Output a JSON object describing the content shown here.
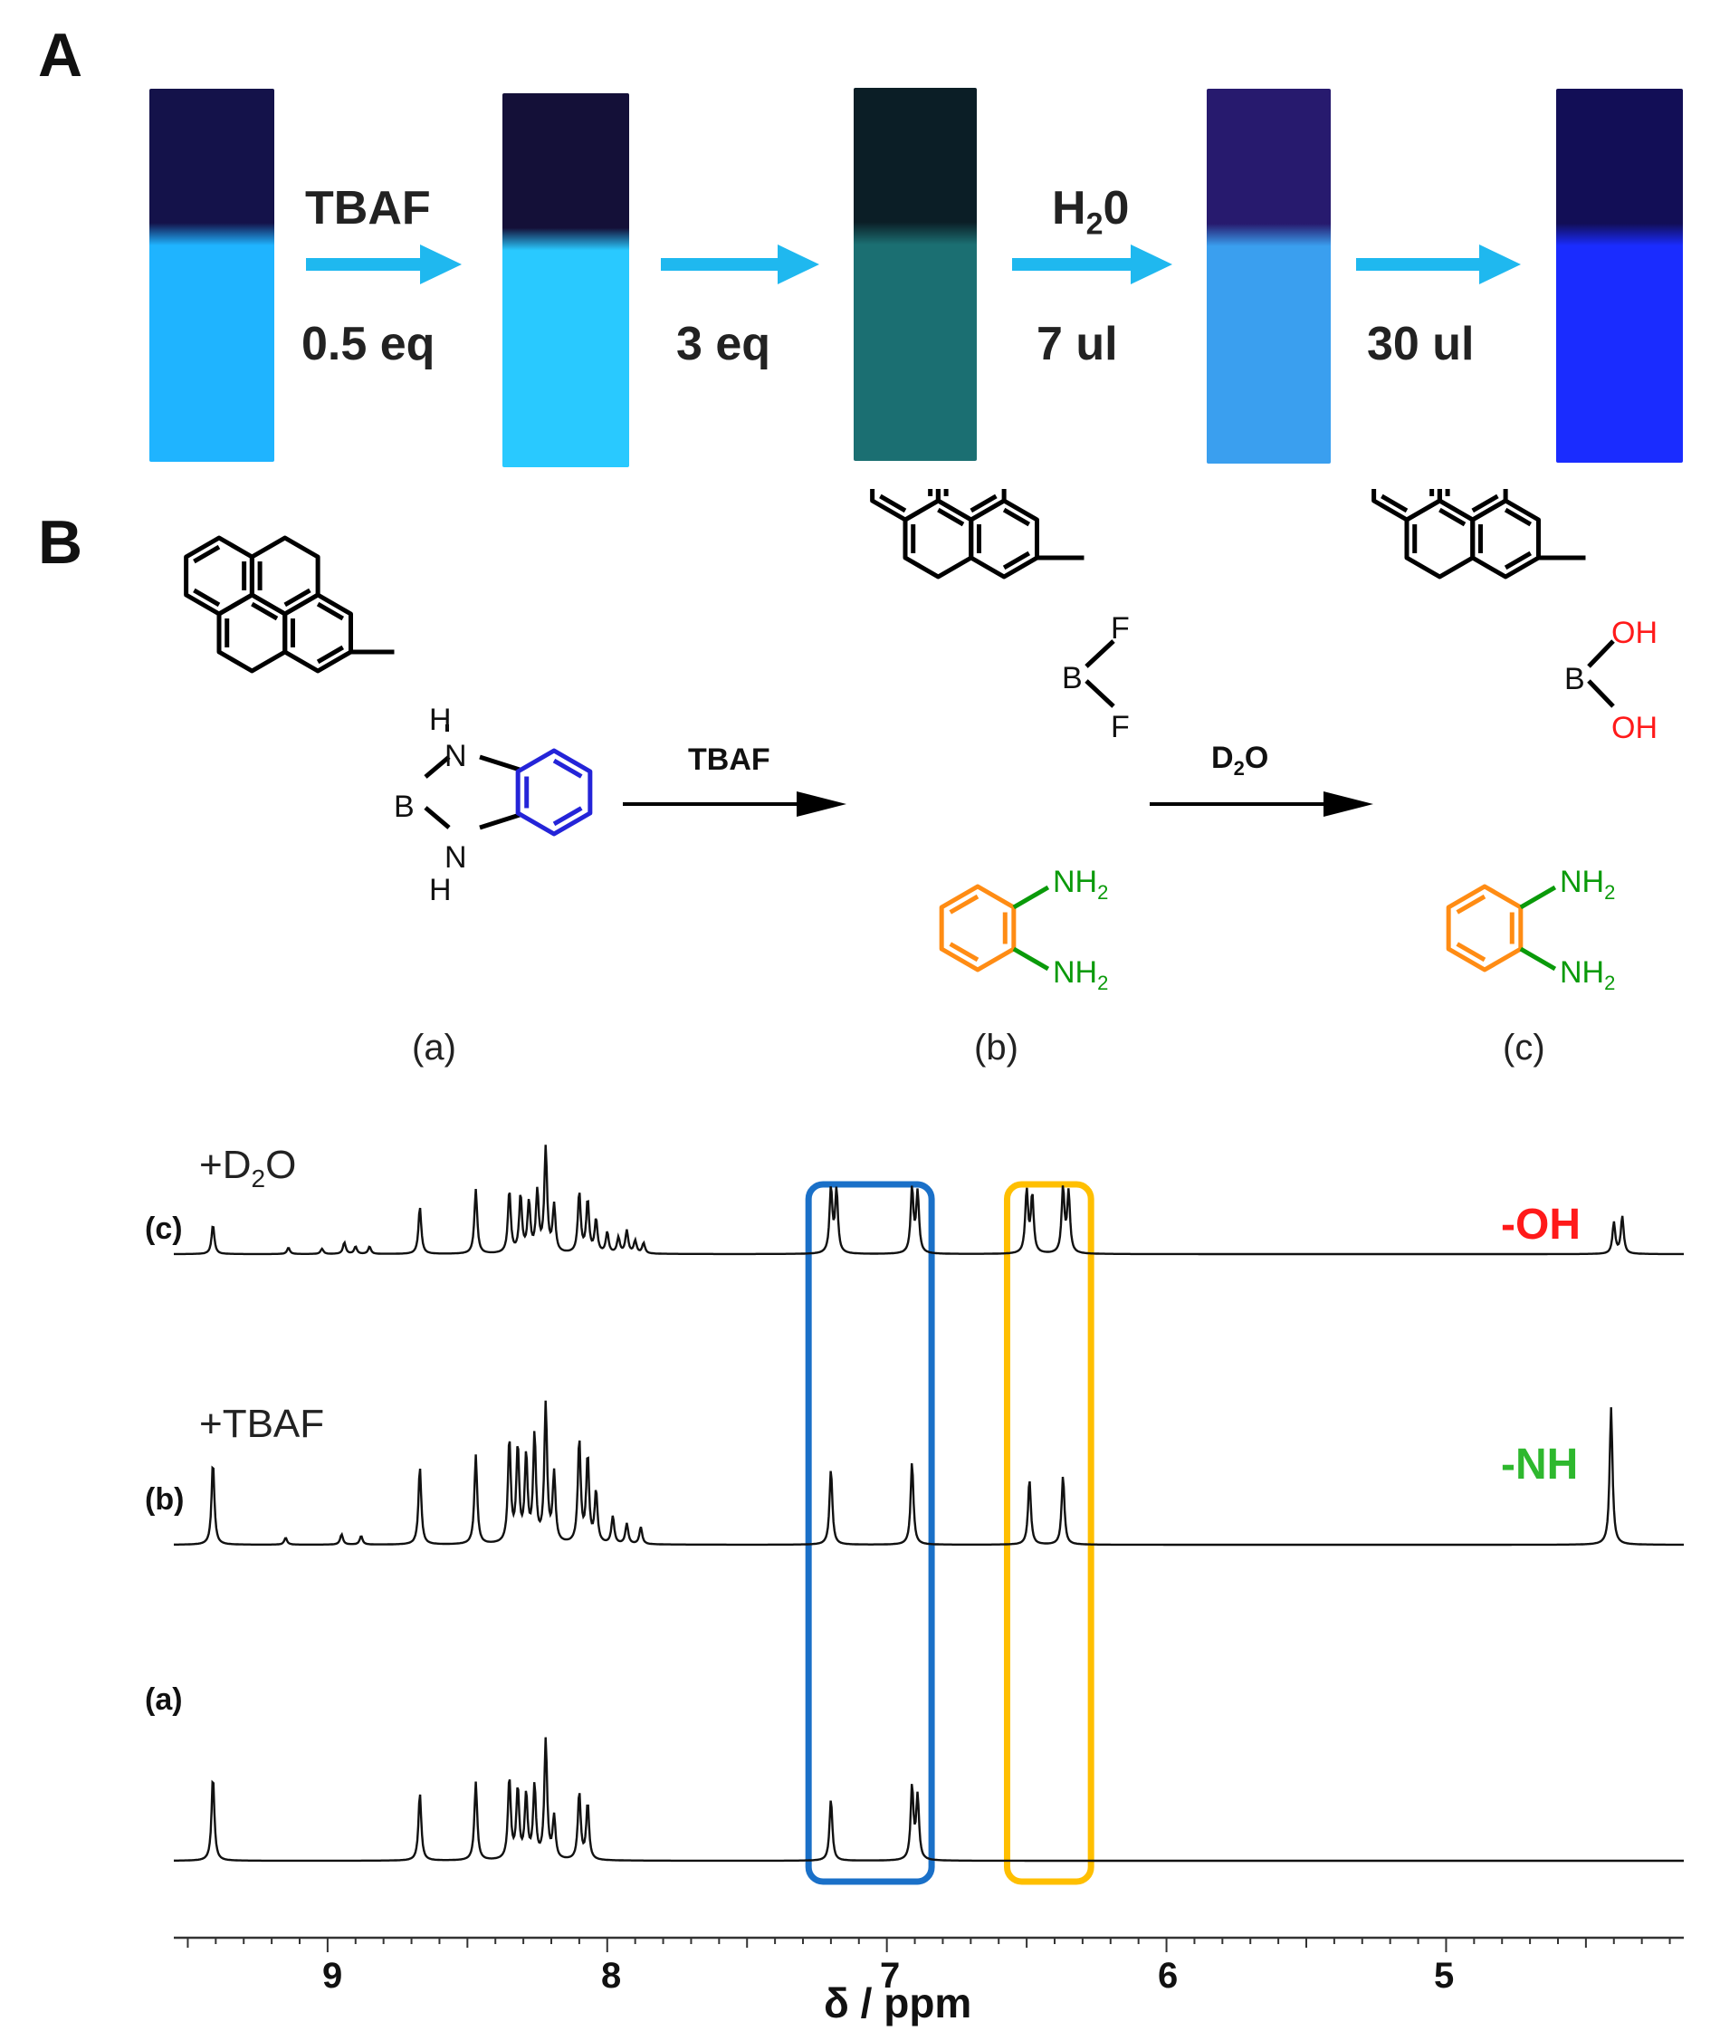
{
  "panelA": {
    "letter": "A",
    "steps": [
      {
        "top": "TBAF",
        "bottom": "0.5 eq"
      },
      {
        "top": "",
        "bottom": "3 eq"
      },
      {
        "top_main": "H",
        "top_sub": "2",
        "top_tail": "0",
        "bottom": "7 ul"
      },
      {
        "top": "",
        "bottom": "30 ul"
      }
    ],
    "vials": [
      {
        "name": "vial-initial",
        "top": "#14124a",
        "bottom": "#1fb4ff"
      },
      {
        "name": "vial-tbaf-0.5eq",
        "top": "#141038",
        "bottom": "#29c9ff"
      },
      {
        "name": "vial-tbaf-3eq",
        "top": "#0b1e26",
        "bottom": "#1b6f72"
      },
      {
        "name": "vial-h2o-7ul",
        "top": "#271a6e",
        "bottom": "#3a9fef"
      },
      {
        "name": "vial-h2o-30ul",
        "top": "#120e56",
        "bottom": "#1a2cff"
      }
    ],
    "arrow_color": "#1fb8ef"
  },
  "panelB": {
    "letter": "B",
    "reaction1": "TBAF",
    "reaction2_main": "D",
    "reaction2_sub": "2",
    "reaction2_tail": "O",
    "mol_a": {
      "H_top": "H",
      "N_top": "N",
      "B": "B",
      "N_bot": "N",
      "H_bot": "H",
      "caption": "(a)"
    },
    "mol_b": {
      "F1": "F",
      "B": "B",
      "F2": "F",
      "nh2_1": "NH",
      "nh2_2": "NH",
      "sub": "2",
      "caption": "(b)"
    },
    "mol_c": {
      "OH1": "OH",
      "B": "B",
      "OH2": "OH",
      "nh2_1": "NH",
      "nh2_2": "NH",
      "sub": "2",
      "caption": "(c)"
    },
    "colors": {
      "blue_ring": "#2424d8",
      "orange_ring": "#ff8c14",
      "green_text": "#0a9a0a",
      "red_text": "#ff1a1a"
    }
  },
  "chart_data": {
    "type": "line",
    "xlabel": "δ / ppm",
    "x_reversed": true,
    "xlim": [
      9.55,
      4.15
    ],
    "xticks": [
      "9",
      "8",
      "7",
      "6",
      "5"
    ],
    "xtick_values": [
      9,
      8,
      7,
      6,
      5
    ],
    "series": [
      {
        "name": "(c)",
        "annotation_main": "+D",
        "annotation_sub": "2",
        "annotation_tail": "O",
        "label_right": "-OH",
        "label_right_color": "#ff1a1a",
        "peaks": [
          [
            9.41,
            0.28
          ],
          [
            9.14,
            0.06
          ],
          [
            9.02,
            0.05
          ],
          [
            8.94,
            0.11
          ],
          [
            8.9,
            0.07
          ],
          [
            8.85,
            0.07
          ],
          [
            8.67,
            0.45
          ],
          [
            8.47,
            0.62
          ],
          [
            8.35,
            0.6
          ],
          [
            8.31,
            0.55
          ],
          [
            8.28,
            0.48
          ],
          [
            8.25,
            0.58
          ],
          [
            8.22,
            1.0
          ],
          [
            8.19,
            0.45
          ],
          [
            8.1,
            0.58
          ],
          [
            8.07,
            0.5
          ],
          [
            8.04,
            0.32
          ],
          [
            8.0,
            0.2
          ],
          [
            7.96,
            0.15
          ],
          [
            7.93,
            0.22
          ],
          [
            7.9,
            0.12
          ],
          [
            7.87,
            0.1
          ],
          [
            7.2,
            0.62
          ],
          [
            7.18,
            0.6
          ],
          [
            6.91,
            0.62
          ],
          [
            6.89,
            0.58
          ],
          [
            6.5,
            0.6
          ],
          [
            6.48,
            0.55
          ],
          [
            6.37,
            0.62
          ],
          [
            6.35,
            0.58
          ],
          [
            4.4,
            0.3
          ],
          [
            4.37,
            0.36
          ]
        ]
      },
      {
        "name": "(b)",
        "annotation": "+TBAF",
        "label_right": "-NH",
        "label_right_color": "#2eb82e",
        "peaks": [
          [
            9.41,
            0.48
          ],
          [
            9.15,
            0.04
          ],
          [
            8.95,
            0.06
          ],
          [
            8.88,
            0.05
          ],
          [
            8.67,
            0.45
          ],
          [
            8.47,
            0.52
          ],
          [
            8.35,
            0.6
          ],
          [
            8.32,
            0.55
          ],
          [
            8.29,
            0.5
          ],
          [
            8.26,
            0.62
          ],
          [
            8.22,
            0.8
          ],
          [
            8.19,
            0.4
          ],
          [
            8.1,
            0.6
          ],
          [
            8.07,
            0.5
          ],
          [
            8.04,
            0.3
          ],
          [
            7.98,
            0.16
          ],
          [
            7.93,
            0.12
          ],
          [
            7.88,
            0.1
          ],
          [
            7.2,
            0.44
          ],
          [
            6.91,
            0.48
          ],
          [
            6.49,
            0.38
          ],
          [
            6.37,
            0.4
          ],
          [
            4.41,
            0.8
          ]
        ]
      },
      {
        "name": "(a)",
        "peaks": [
          [
            9.41,
            0.6
          ],
          [
            8.67,
            0.48
          ],
          [
            8.47,
            0.56
          ],
          [
            8.35,
            0.58
          ],
          [
            8.32,
            0.5
          ],
          [
            8.29,
            0.46
          ],
          [
            8.26,
            0.52
          ],
          [
            8.22,
            0.85
          ],
          [
            8.19,
            0.3
          ],
          [
            8.1,
            0.48
          ],
          [
            8.07,
            0.4
          ],
          [
            7.2,
            0.44
          ],
          [
            6.91,
            0.52
          ],
          [
            6.89,
            0.45
          ]
        ]
      }
    ],
    "boxes": [
      {
        "name": "blue-highlight-box",
        "x_from": 7.28,
        "x_to": 6.84,
        "color": "#1a70c8"
      },
      {
        "name": "yellow-highlight-box",
        "x_from": 6.57,
        "x_to": 6.27,
        "color": "#ffbf00"
      }
    ]
  }
}
